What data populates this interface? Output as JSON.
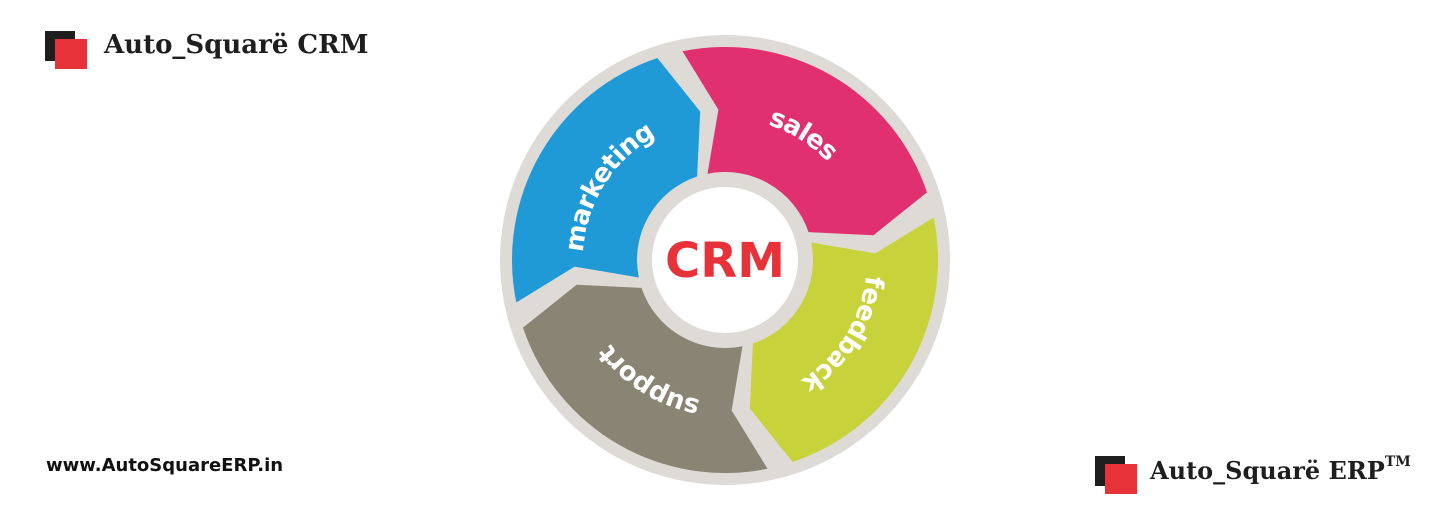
{
  "header": {
    "brand": "Auto_Squarë CRM"
  },
  "footer": {
    "website": "www.AutoSquareERP.in",
    "brand": "Auto_Squarë ERP",
    "brand_mark": "TM"
  },
  "diagram": {
    "center": "CRM",
    "segments": [
      {
        "label": "marketing",
        "color": "#1f9ad6"
      },
      {
        "label": "sales",
        "color": "#e0306f"
      },
      {
        "label": "feedback",
        "color": "#c8d23a"
      },
      {
        "label": "support",
        "color": "#8a8474"
      }
    ]
  },
  "colors": {
    "ring_background": "#dedbd7",
    "center_text": "#e8323a",
    "logo_dark": "#1e1e1e",
    "logo_red": "#e8323a"
  }
}
